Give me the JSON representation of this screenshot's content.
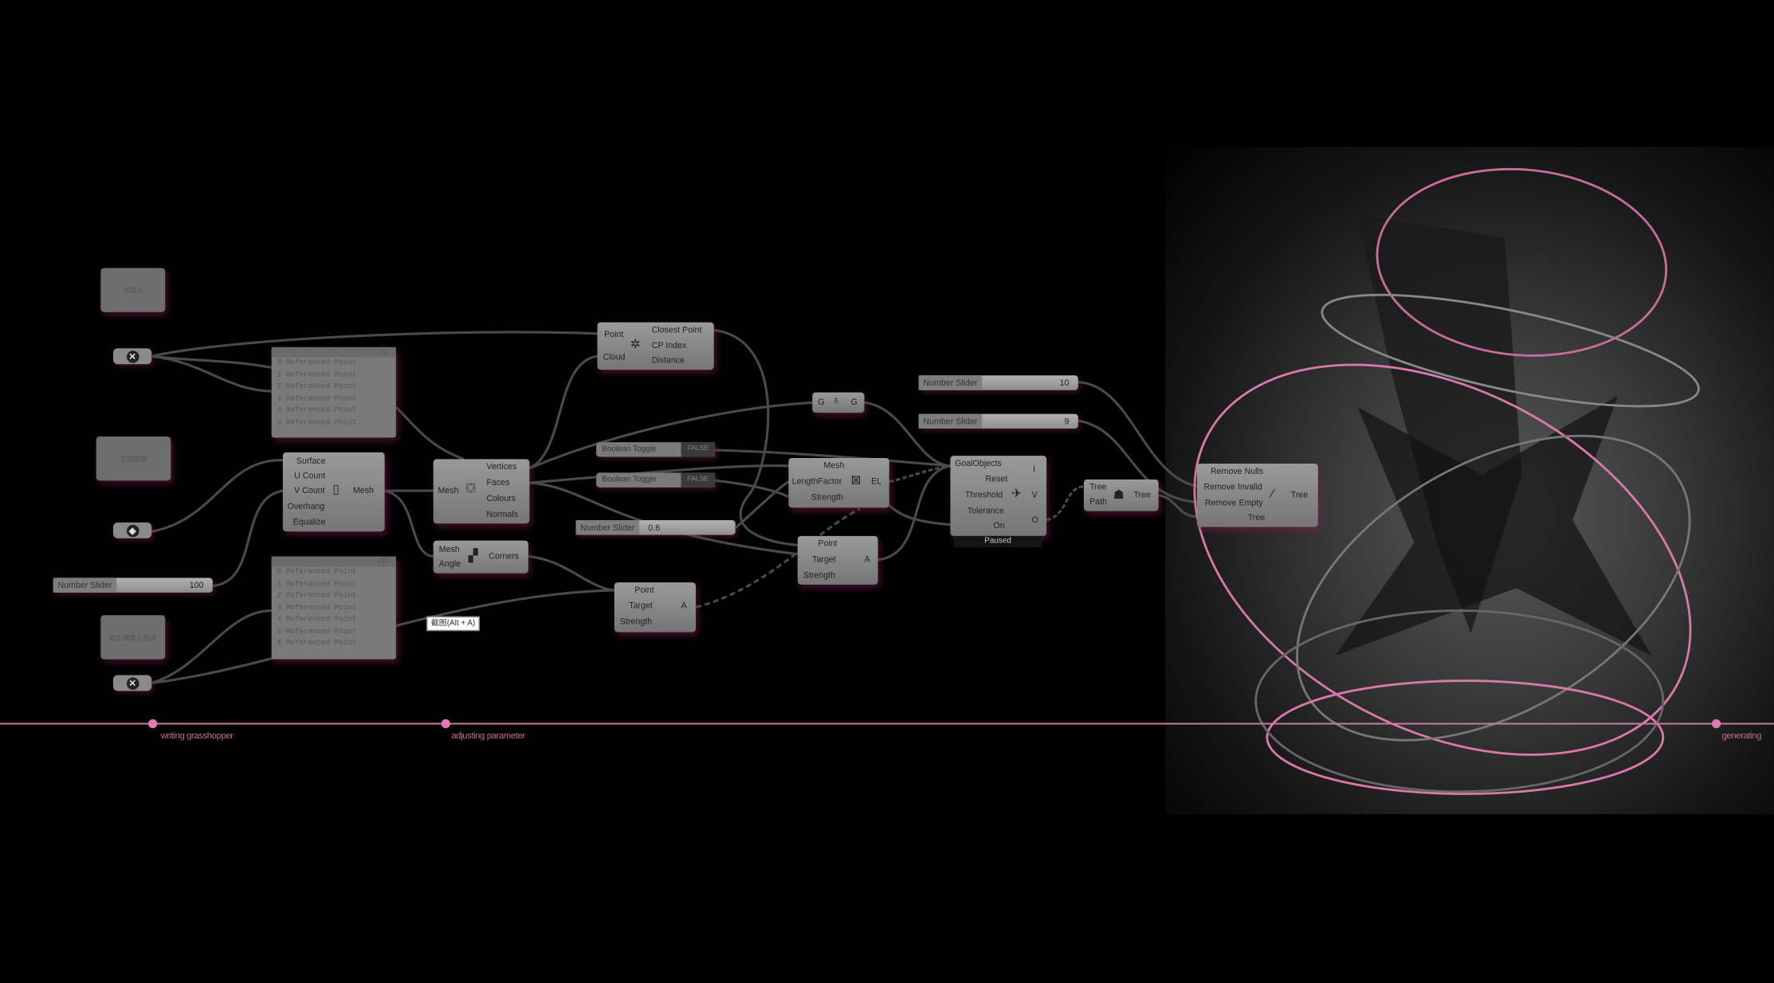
{
  "labels": {
    "pick_point": "拾取点",
    "gen_surface": "生成曲面",
    "surface_points": "曲生曲面上的点"
  },
  "panels": [
    {
      "header": "{0}",
      "items": [
        "0 Referenced Point",
        "1 Referenced Point",
        "2 Referenced Point",
        "3 Referenced Point",
        "4 Referenced Point",
        "5 Referenced Point"
      ]
    },
    {
      "header": "{0}",
      "items": [
        "0 Referenced Point",
        "1 Referenced Point",
        "2 Referenced Point",
        "3 Referenced Point",
        "4 Referenced Point",
        "5 Referenced Point",
        "6 Referenced Point"
      ]
    }
  ],
  "sliders": {
    "s100": {
      "label": "Number Slider",
      "value": "100"
    },
    "s06": {
      "label": "Number Slider",
      "value": "0.6"
    },
    "s10": {
      "label": "Number Slider",
      "value": "10"
    },
    "s9": {
      "label": "Number Slider",
      "value": "9"
    }
  },
  "toggles": [
    {
      "label": "Boolean Toggle",
      "value": "FALSE"
    },
    {
      "label": "Boolean Toggle",
      "value": "FALSE"
    }
  ],
  "mesh_surface": {
    "inputs": [
      "Surface",
      "U Count",
      "V Count",
      "Overhang",
      "Equalize"
    ],
    "output": "Mesh"
  },
  "deconstruct": {
    "input": "Mesh",
    "outputs": [
      "Vertices",
      "Faces",
      "Colours",
      "Normals"
    ]
  },
  "corners": {
    "inputs": [
      "Mesh",
      "Angle"
    ],
    "output": "Corners"
  },
  "closest": {
    "inputs": [
      "Point",
      "Cloud"
    ],
    "outputs": [
      "Closest Point",
      "CP Index",
      "Distance"
    ]
  },
  "gene": {
    "in": "G",
    "out": "G"
  },
  "edge": {
    "inputs": [
      "Mesh",
      "LengthFactor",
      "Strength"
    ],
    "output": "EL"
  },
  "anchor1": {
    "inputs": [
      "Point",
      "Target",
      "Strength"
    ],
    "output": "A"
  },
  "anchor2": {
    "inputs": [
      "Point",
      "Target",
      "Strength"
    ],
    "output": "A"
  },
  "solver": {
    "inputs": [
      "GoalObjects",
      "Reset",
      "Threshold",
      "Tolerance",
      "On"
    ],
    "outputs": [
      "I",
      "V",
      "O"
    ],
    "status": "Paused"
  },
  "treepath": {
    "inputs": [
      "Tree",
      "Path"
    ],
    "output": "Tree"
  },
  "clean": {
    "inputs": [
      "Remove Nulls",
      "Remove Invalid",
      "Remove Empty",
      "Tree"
    ],
    "output": "Tree"
  },
  "tooltip": "截图(Alt + A)",
  "timeline": [
    "writing grasshopper",
    "adjusting parameter",
    "generating"
  ],
  "colors": {
    "accent": "#e07ab0"
  }
}
